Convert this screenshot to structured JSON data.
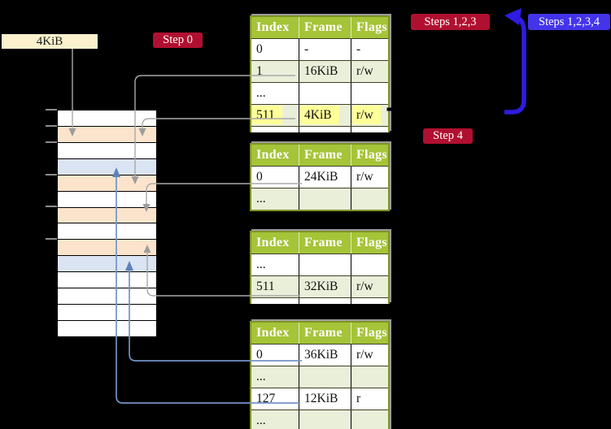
{
  "labels": {
    "page_size_label": "4KiB",
    "step0": "Step 0",
    "steps_123": "Steps 1,2,3",
    "steps_1234": "Steps 1,2,3,4",
    "step4": "Step 4"
  },
  "colors": {
    "badge_red": "#b01030",
    "badge_blue": "#4334ea",
    "big_arrow_blue": "#2e1ce2",
    "connector_gray": "#a9a9a9",
    "connector_blue": "#7493c6",
    "table_header_green": "#a5c438",
    "table_row_green": "#e9efd9",
    "table_border_olive": "#7f9428",
    "highlight_yellow": "#ffff99",
    "memory_frame_peach": "#fce4cc",
    "memory_frame_blue": "#dae4f2",
    "label_cream": "#fcf1cd"
  },
  "memory_column": {
    "rows": [
      "white",
      "peach",
      "white",
      "blue",
      "peach",
      "white",
      "peach",
      "white",
      "peach",
      "blue",
      "white",
      "white",
      "white",
      "white"
    ]
  },
  "tables": [
    {
      "headers": [
        "Index",
        "Frame",
        "Flags"
      ],
      "rows": [
        {
          "cells": [
            "0",
            "-",
            "-"
          ]
        },
        {
          "cells": [
            "1",
            "16KiB",
            "r/w"
          ]
        },
        {
          "cells": [
            "...",
            "",
            ""
          ]
        },
        {
          "cells": [
            "511",
            "4KiB",
            "r/w"
          ],
          "highlighted": true
        }
      ]
    },
    {
      "headers": [
        "Index",
        "Frame",
        "Flags"
      ],
      "rows": [
        {
          "cells": [
            "0",
            "24KiB",
            "r/w"
          ]
        },
        {
          "cells": [
            "...",
            "",
            ""
          ]
        }
      ]
    },
    {
      "headers": [
        "Index",
        "Frame",
        "Flags"
      ],
      "rows": [
        {
          "cells": [
            "...",
            "",
            ""
          ]
        },
        {
          "cells": [
            "511",
            "32KiB",
            "r/w"
          ]
        }
      ]
    },
    {
      "headers": [
        "Index",
        "Frame",
        "Flags"
      ],
      "rows": [
        {
          "cells": [
            "0",
            "36KiB",
            "r/w"
          ]
        },
        {
          "cells": [
            "...",
            "",
            ""
          ]
        },
        {
          "cells": [
            "127",
            "12KiB",
            "r"
          ]
        },
        {
          "cells": [
            "...",
            "",
            ""
          ]
        }
      ]
    }
  ]
}
